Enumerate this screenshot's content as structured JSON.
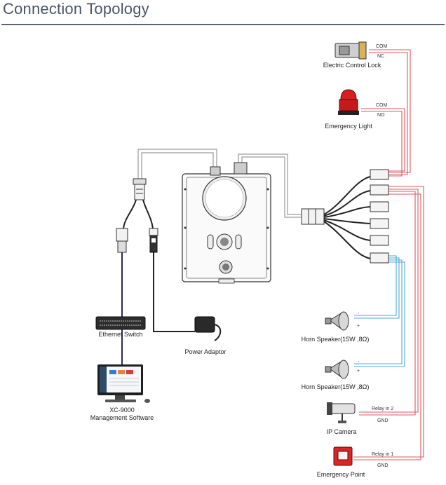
{
  "title": "Connection Topology",
  "devices": {
    "lock": "Electric Control Lock",
    "light": "Emergency Light",
    "switch": "Ethernet Switch",
    "power": "Power Adaptor",
    "software_line1": "XC-9000",
    "software_line2": "Management Software",
    "speaker1": "Horn Speaker(15W ,8Ω)",
    "speaker2": "Horn Speaker(15W ,8Ω)",
    "camera": "IP Camera",
    "emergency": "Emergency Point"
  },
  "terminals": {
    "com": "COM",
    "nc": "NC",
    "no": "NO",
    "minus": "-",
    "plus": "+",
    "relay2": "Relay in 2",
    "relay1": "Relay in 1",
    "gnd": "GND"
  },
  "colors": {
    "red_wire": "#e0575d",
    "blue_wire": "#4aa8d8",
    "gray_wire": "#9a9a9a",
    "dark_wire": "#2b2b5e"
  }
}
